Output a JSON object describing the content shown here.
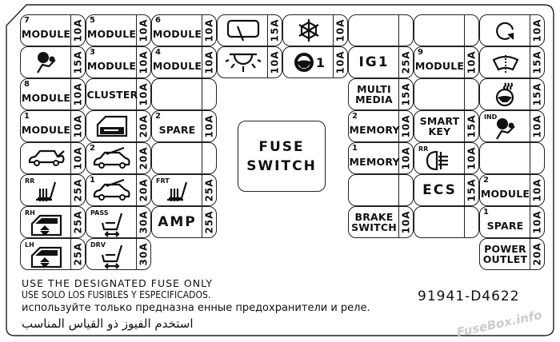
{
  "rows": [
    [
      {
        "label": "MODULE",
        "num": "7",
        "rating": "10A"
      },
      {
        "label": "MODULE",
        "num": "5",
        "rating": "10A"
      },
      {
        "label": "MODULE",
        "num": "6",
        "rating": "10A"
      },
      {
        "icon": "rear-window-icon",
        "rating": "15A"
      },
      {
        "icon": "snowflake-icon",
        "rating": "10A"
      },
      {
        "empty": true
      },
      {
        "empty": true
      },
      {
        "icon": "rotate-icon",
        "rating": "10A"
      }
    ],
    [
      {
        "icon": "airbag-icon",
        "rating": "15A"
      },
      {
        "label": "MODULE",
        "num": "3",
        "rating": "10A"
      },
      {
        "label": "MODULE",
        "num": "4",
        "rating": "10A"
      },
      {
        "icon": "dome-light-icon",
        "rating": "10A"
      },
      {
        "icon": "steering-wheel-icon",
        "icon_text": "1",
        "rating": "10A"
      },
      {
        "label": "IG1",
        "big": true,
        "rating": "25A"
      },
      {
        "label": "MODULE",
        "num": "9",
        "rating": "10A"
      },
      {
        "icon": "washer-icon",
        "rating": "15A"
      }
    ],
    [
      {
        "label": "MODULE",
        "num": "8",
        "rating": "10A"
      },
      {
        "label": "CLUSTER",
        "rating": "10A"
      },
      {
        "empty": true
      },
      null,
      null,
      {
        "label": "MULTI MEDIA",
        "rating": "15A"
      },
      {
        "empty": true
      },
      {
        "icon": "heated-steering-icon",
        "rating": "15A"
      }
    ],
    [
      {
        "label": "MODULE",
        "num": "1",
        "rating": "10A"
      },
      {
        "icon": "door-lock-icon",
        "rating": "20A"
      },
      {
        "label": "SPARE",
        "num": "2",
        "rating": "10A"
      },
      null,
      null,
      {
        "label": "MEMORY",
        "num": "2",
        "rating": "10A"
      },
      {
        "label": "SMART KEY",
        "rating": "15A"
      },
      {
        "icon": "airbag-icon",
        "sub": "IND",
        "rating": "10A"
      }
    ],
    [
      {
        "icon": "trunk-icon",
        "rating": "10A"
      },
      {
        "icon": "sunroof-icon",
        "num": "2",
        "rating": "20A"
      },
      {
        "empty": true
      },
      null,
      null,
      {
        "label": "MEMORY",
        "num": "1",
        "rating": "10A"
      },
      {
        "icon": "rear-fog-icon",
        "sub": "RR",
        "rating": "10A"
      },
      {
        "empty": true
      }
    ],
    [
      {
        "icon": "seat-heater-icon",
        "sub": "RR",
        "rating": "25A"
      },
      {
        "icon": "sunroof-icon",
        "num": "1",
        "rating": "20A"
      },
      {
        "icon": "seat-heater-icon",
        "sub": "FRT",
        "rating": "25A"
      },
      null,
      null,
      {
        "empty": true
      },
      {
        "label": "ECS",
        "big": true,
        "rating": "15A"
      },
      {
        "label": "MODULE",
        "num": "2",
        "rating": "10A"
      }
    ],
    [
      {
        "icon": "power-window-icon",
        "sub": "RH",
        "rating": "25A"
      },
      {
        "icon": "power-seat-icon",
        "sub": "PASS",
        "rating": "30A"
      },
      {
        "label": "AMP",
        "big": true,
        "rating": "25A"
      },
      null,
      null,
      {
        "label": "BRAKE SWITCH",
        "rating": "10A"
      },
      {
        "empty": true
      },
      {
        "label": "SPARE",
        "num": "1",
        "rating": "10A"
      }
    ],
    [
      {
        "icon": "power-window-icon",
        "sub": "LH",
        "rating": "25A"
      },
      {
        "icon": "power-seat-icon",
        "sub": "DRV",
        "rating": "30A"
      },
      null,
      null,
      null,
      null,
      null,
      {
        "label": "POWER OUTLET",
        "rating": "20A"
      }
    ]
  ],
  "fuse_switch": {
    "line1": "FUSE",
    "line2": "SWITCH"
  },
  "footer": {
    "en": "USE THE DESIGNATED FUSE ONLY",
    "es": "USE SOLO LOS FUSIBLES Y ESPECIFICADOS.",
    "ru": "используйте только предназна енные предохранители и реле.",
    "ar": "استخدم الفيوز ذو القياس المناسب"
  },
  "part_number": "91941-D4622",
  "watermark": "FuseBox.info"
}
